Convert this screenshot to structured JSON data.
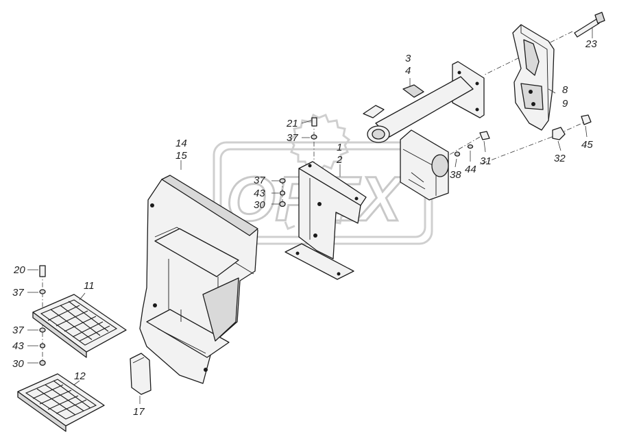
{
  "watermark": {
    "text": "OPEX"
  },
  "callouts": {
    "c1": "1",
    "c2": "2",
    "c3": "3",
    "c4": "4",
    "c8": "8",
    "c9": "9",
    "c11": "11",
    "c12": "12",
    "c14": "14",
    "c15": "15",
    "c17": "17",
    "c20": "20",
    "c21": "21",
    "c23": "23",
    "c30a": "30",
    "c30b": "30",
    "c31": "31",
    "c32": "32",
    "c37a": "37",
    "c37b": "37",
    "c37c": "37",
    "c37d": "37",
    "c38": "38",
    "c43a": "43",
    "c43b": "43",
    "c44": "44",
    "c45": "45"
  }
}
